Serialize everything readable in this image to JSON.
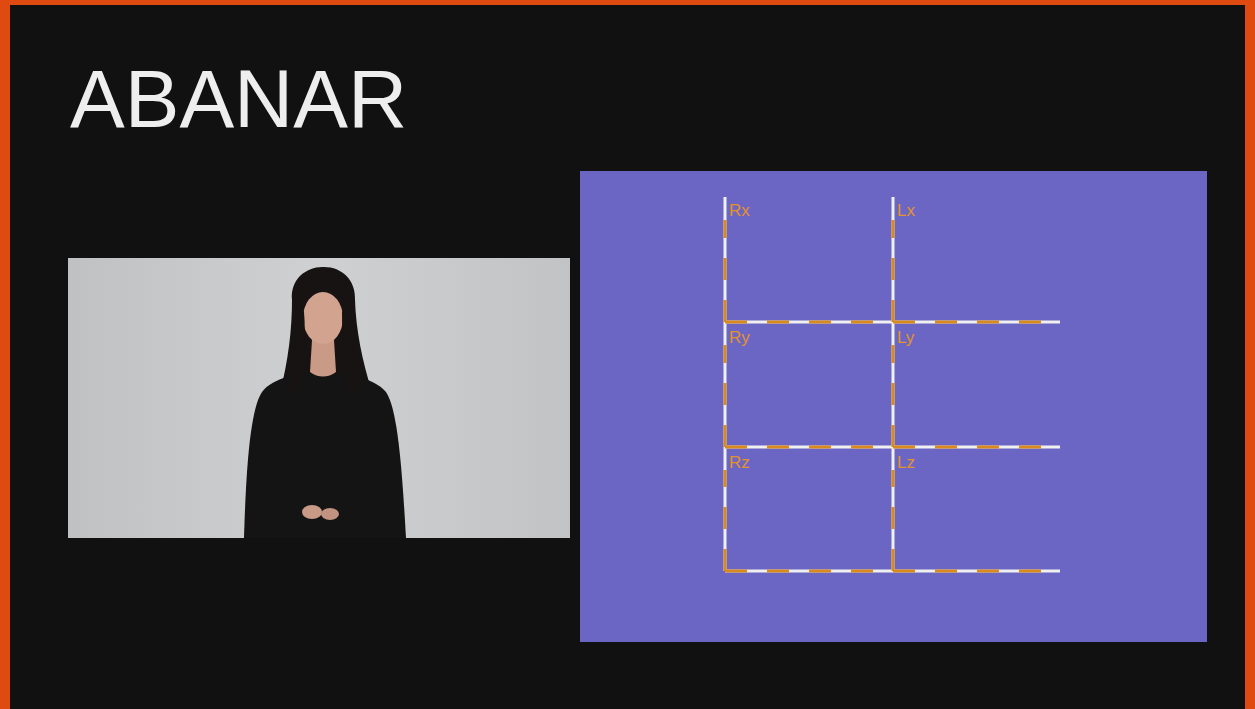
{
  "diagram": {
    "title": "ABANAR",
    "labels": [
      "Rx",
      "Lx",
      "Ry",
      "Ly",
      "Rz",
      "Lz"
    ]
  }
}
